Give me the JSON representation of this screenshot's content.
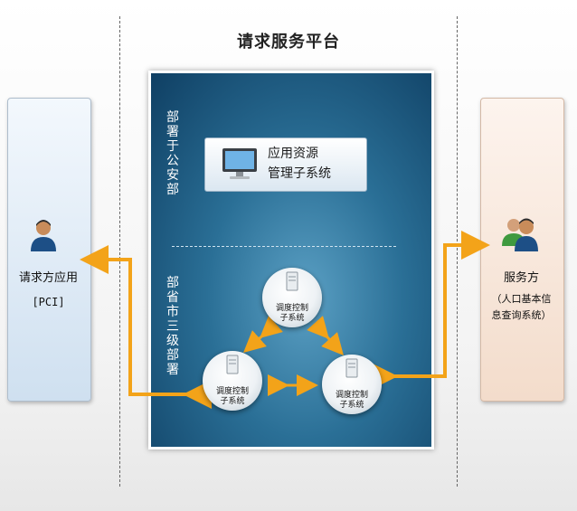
{
  "title": "请求服务平台",
  "requester": {
    "name": "请求方应用",
    "code": "[PCI]"
  },
  "provider": {
    "name": "服务方",
    "desc_line1": "（人口基本信",
    "desc_line2": "息查询系统）"
  },
  "deploy_top": "部署于公安部",
  "deploy_bottom": "部省市三级部署",
  "app_resource": {
    "line1": "应用资源",
    "line2": "管理子系统"
  },
  "nodes": [
    {
      "line1": "调度控制",
      "line2": "子系统"
    },
    {
      "line1": "调度控制",
      "line2": "子系统"
    },
    {
      "line1": "调度控制",
      "line2": "子系统"
    }
  ],
  "colors": {
    "arrow": "#f3a319",
    "panel": "#2a6f96"
  },
  "icons": {
    "requester": "user-icon",
    "provider": "users-icon",
    "app": "monitor-icon",
    "node": "server-icon"
  }
}
